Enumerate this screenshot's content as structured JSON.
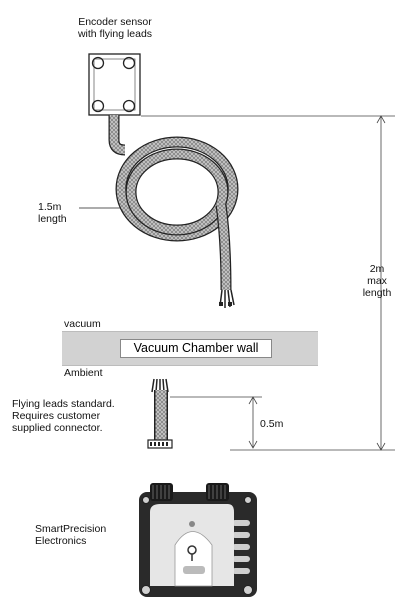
{
  "labels": {
    "encoder_sensor": [
      "Encoder sensor",
      "with flying leads"
    ],
    "lead_length": [
      "1.5m",
      "length"
    ],
    "max_length": [
      "2m",
      "max",
      "length"
    ],
    "vacuum": "vacuum",
    "chamber_wall": "Vacuum Chamber wall",
    "ambient": "Ambient",
    "flying_leads_note": [
      "Flying leads standard.",
      "Requires customer",
      "supplied connector."
    ],
    "half_meter": "0.5m",
    "electronics": [
      "SmartPrecision",
      "Electronics"
    ]
  },
  "colors": {
    "cable_fill": "#bdbdbd",
    "wall_fill": "#d2d2d2",
    "line": "#222222"
  },
  "icons": [
    "encoder-sensor-icon",
    "coiled-cable-icon",
    "connector-icon",
    "electronics-unit-icon"
  ]
}
